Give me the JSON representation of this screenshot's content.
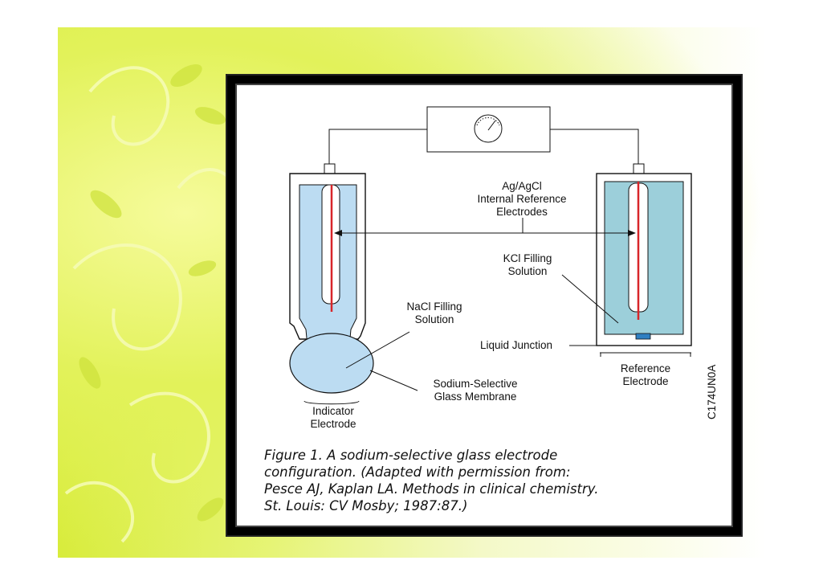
{
  "diagram": {
    "labels": {
      "ag_agcl_line1": "Ag/AgCl",
      "ag_agcl_line2": "Internal  Reference",
      "ag_agcl_line3": "Electrodes",
      "kcl_line1": "KCl  Filling",
      "kcl_line2": "Solution",
      "nacl_line1": "NaCl  Filling",
      "nacl_line2": "Solution",
      "liquid_junction": "Liquid  Junction",
      "reference_line1": "Reference",
      "reference_line2": "Electrode",
      "membrane_line1": "Sodium-Selective",
      "membrane_line2": "Glass  Membrane",
      "indicator_line1": "Indicator",
      "indicator_line2": "Electrode",
      "code": "C174UN0A"
    },
    "caption": [
      "Figure 1. A sodium-selective glass electrode",
      "configuration. (Adapted with permission from:",
      "Pesce AJ, Kaplan LA. Methods in clinical chemistry.",
      "St. Louis: CV Mosby; 1987:87.)"
    ]
  },
  "colors": {
    "nacl_solution": "#bcdcf2",
    "kcl_solution": "#9ccfda",
    "electrode_wire": "#d8262a",
    "junction": "#2f7fc1",
    "background_green": "#e2f25a"
  }
}
